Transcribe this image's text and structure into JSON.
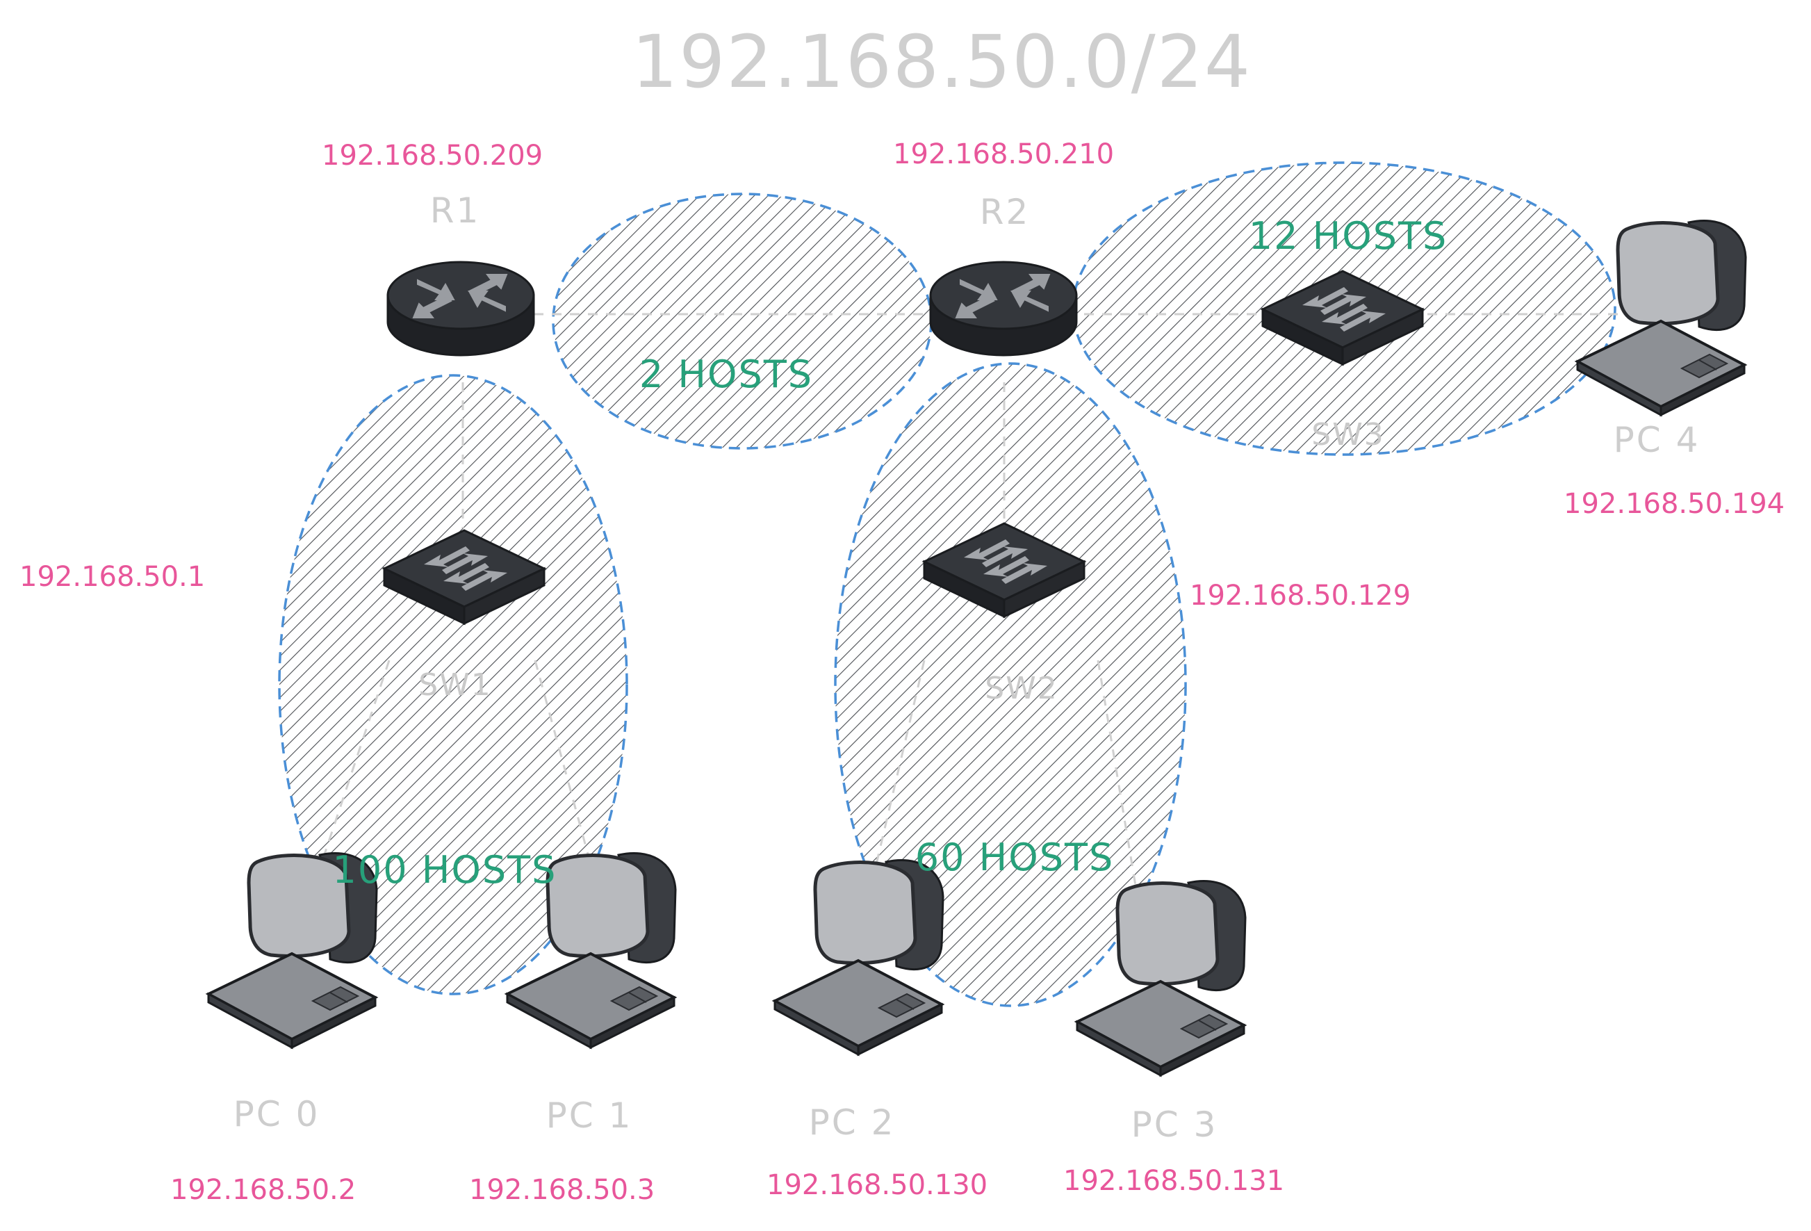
{
  "title": "192.168.50.0/24",
  "subnets": [
    {
      "id": "subnet-r1-sw1",
      "hosts_label": "100 HOSTS"
    },
    {
      "id": "subnet-r1-r2",
      "hosts_label": "2 HOSTS"
    },
    {
      "id": "subnet-r2-sw2",
      "hosts_label": "60 HOSTS"
    },
    {
      "id": "subnet-r2-sw3",
      "hosts_label": "12 HOSTS"
    }
  ],
  "devices": {
    "r1": {
      "label": "R1",
      "ip": "192.168.50.209",
      "lan_ip": "192.168.50.1"
    },
    "r2": {
      "label": "R2",
      "ip": "192.168.50.210",
      "lan_ip_sw2": "192.168.50.129"
    },
    "sw1": {
      "label": "SW1"
    },
    "sw2": {
      "label": "SW2"
    },
    "sw3": {
      "label": "SW3"
    },
    "pc0": {
      "label": "PC 0",
      "ip": "192.168.50.2"
    },
    "pc1": {
      "label": "PC 1",
      "ip": "192.168.50.3"
    },
    "pc2": {
      "label": "PC 2",
      "ip": "192.168.50.130"
    },
    "pc3": {
      "label": "PC 3",
      "ip": "192.168.50.131"
    },
    "pc4": {
      "label": "PC 4",
      "ip": "192.168.50.194"
    }
  },
  "colors": {
    "ip_text": "#e8569a",
    "hosts_text": "#27a07a",
    "ellipse_border": "#4a8fd6",
    "device_body": "#2f3237",
    "label_gray": "#cdcdcd"
  },
  "icons": {
    "router": "router-icon",
    "switch": "switch-icon",
    "pc": "pc-icon"
  }
}
